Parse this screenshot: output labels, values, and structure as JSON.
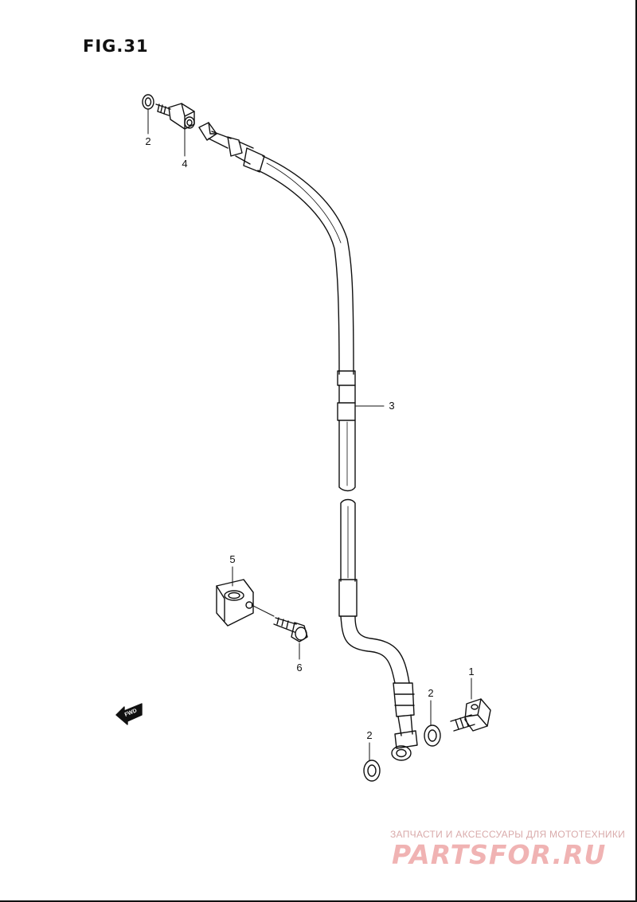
{
  "figure": {
    "title": "FIG.31"
  },
  "callouts": {
    "c1": "1",
    "c2a": "2",
    "c2b": "2",
    "c2c": "2",
    "c3": "3",
    "c4": "4",
    "c5": "5",
    "c6": "6"
  },
  "direction_arrow": {
    "label": "FWD"
  },
  "watermark": {
    "subtitle": "ЗАПЧАСТИ И АКСЕССУАРЫ ДЛЯ МОТОТЕХНИКИ",
    "logo": "PARTSFOR.RU",
    "color": "#f0b3b3"
  }
}
